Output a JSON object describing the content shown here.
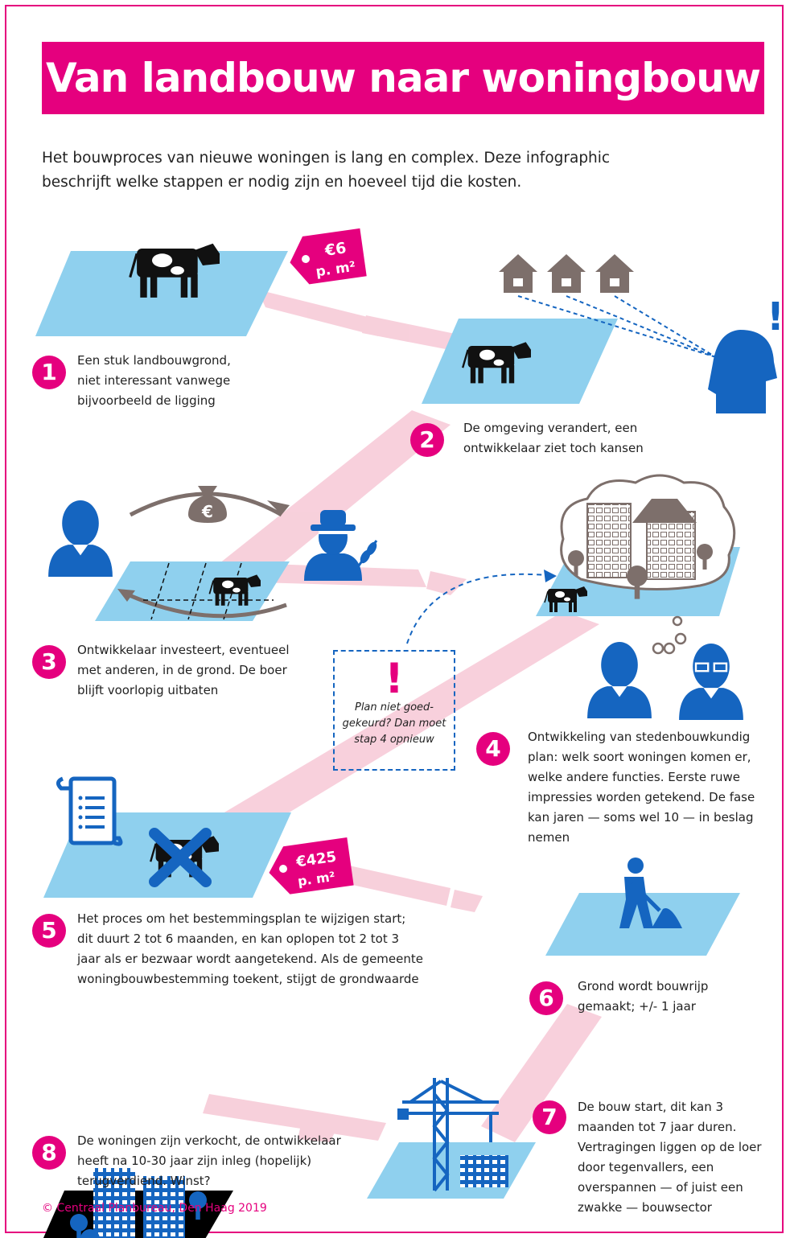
{
  "title": "Van landbouw naar woningbouw",
  "intro": "Het bouwproces van nieuwe woningen is lang en complex. Deze infographic beschrijft welke stappen er nodig zijn en hoeveel tijd die kosten.",
  "price_tags": [
    {
      "amount": "€6",
      "unit": "p. m²"
    },
    {
      "amount": "€425",
      "unit": "p. m²"
    }
  ],
  "steps": [
    {
      "number": "1",
      "text": "Een stuk landbouwgrond, niet interessant vanwege bijvoorbeeld de ligging"
    },
    {
      "number": "2",
      "text": "De omgeving verandert, een ontwikkelaar ziet toch kansen"
    },
    {
      "number": "3",
      "text": "Ontwikkelaar investeert, eventueel met anderen, in de grond. De boer blijft voorlopig uitbaten"
    },
    {
      "number": "4",
      "text": "Ontwikkeling van stedenbouwkundig plan: welk soort woningen komen er, welke andere functies. Eerste ruwe impressies worden getekend. De fase kan jaren — soms wel 10 — in beslag nemen"
    },
    {
      "number": "5",
      "text": "Het proces om het bestemmingsplan te wijzigen start; dit duurt 2 tot 6 maanden, en kan oplopen tot 2 tot 3 jaar als er bezwaar wordt aangetekend. Als de gemeente woningbouwbestemming toekent, stijgt de grondwaarde"
    },
    {
      "number": "6",
      "text": "Grond wordt bouwrijp gemaakt; +/- 1 jaar"
    },
    {
      "number": "7",
      "text": "De bouw start, dit kan 3 maanden tot 7 jaar duren. Vertragingen liggen op de loer door tegenvallers, een overspannen — of juist een zwakke — bouwsector"
    },
    {
      "number": "8",
      "text": "De woningen zijn verkocht, de ontwikkelaar heeft na 10-30 jaar zijn inleg (hopelijk) terugverdiend. Winst?"
    }
  ],
  "note": {
    "mark": "!",
    "text": "Plan niet goed- gekeurd? Dan moet stap 4 opnieuw"
  },
  "money_symbol": "€",
  "alert_mark": "!",
  "credit": "© Centraal Planbureau, Den Haag 2019",
  "colors": {
    "magenta": "#e5007e",
    "blue": "#1565c0",
    "light_blue": "#8fd0ee",
    "pink": "#f7cbd8",
    "gray": "#7d6f6b"
  }
}
